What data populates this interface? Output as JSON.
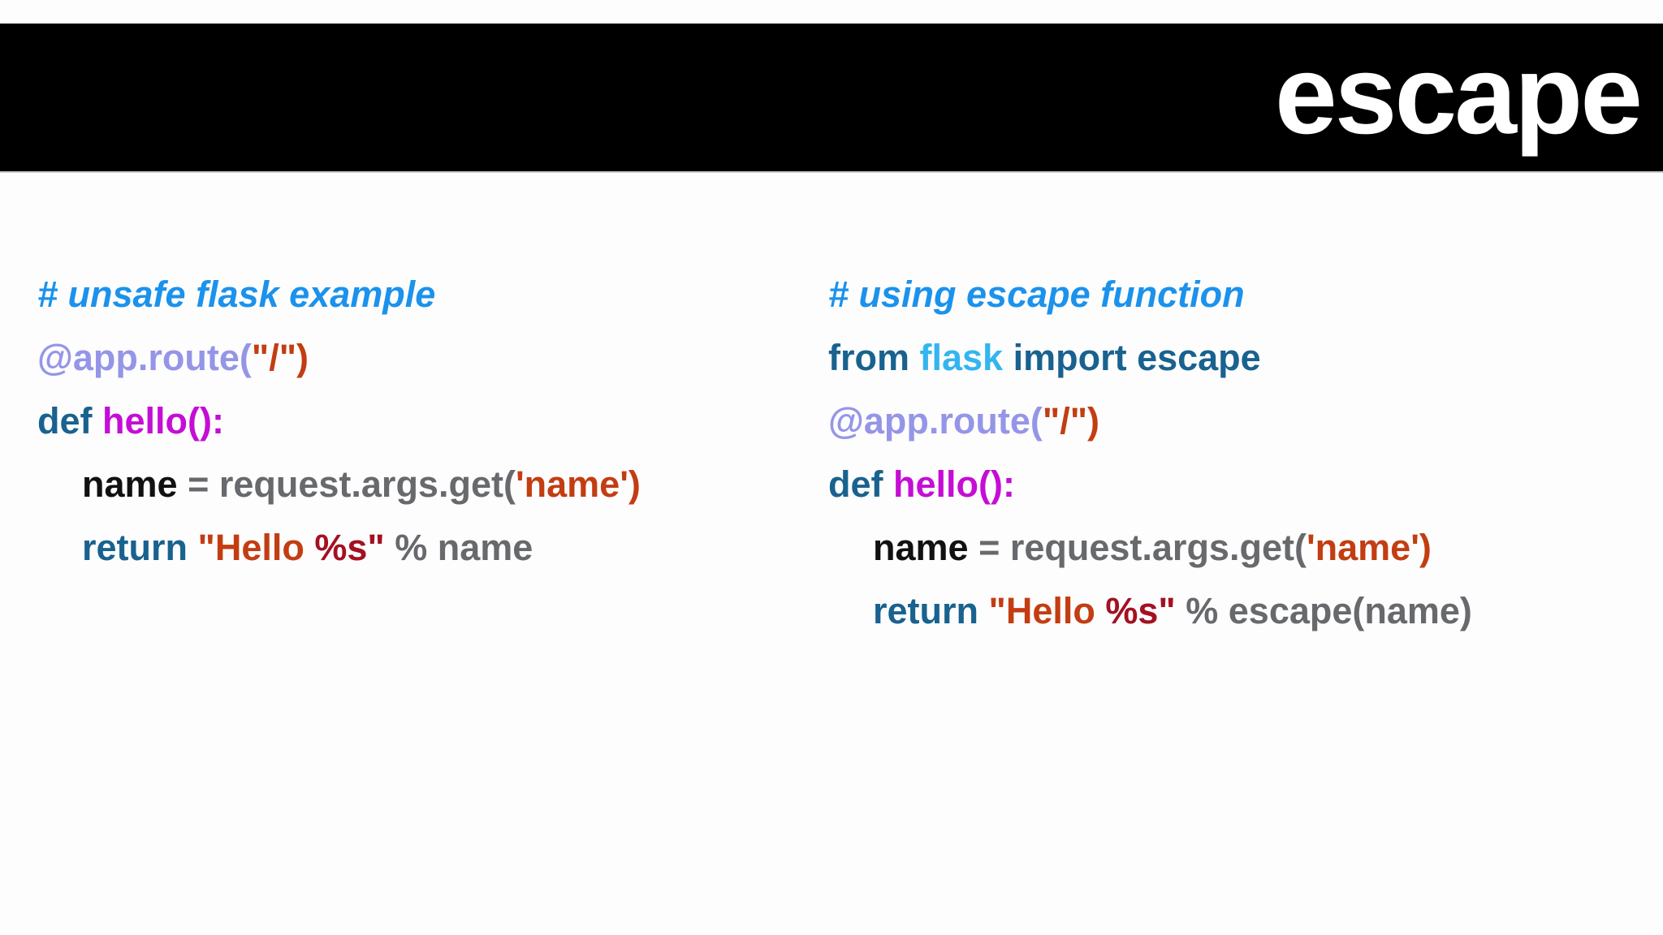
{
  "header": {
    "title": "escape",
    "bar_color": "#000000",
    "title_color": "#ffffff"
  },
  "colors": {
    "comment": "#1b92ec",
    "keyword": "#19628f",
    "module": "#33b5f0",
    "decorator": "#9595e8",
    "string": "#c33d12",
    "format": "#a31122",
    "funcname": "#c50dd6",
    "var": "#111111",
    "plain": "#67696d"
  },
  "code_blocks": [
    {
      "id": "unsafe-flask-example",
      "lines": [
        {
          "indent": false,
          "tokens": [
            {
              "t": "# unsafe flask example",
              "c": "comment"
            }
          ]
        },
        {
          "indent": false,
          "tokens": [
            {
              "t": "@app.route(",
              "c": "decorator"
            },
            {
              "t": "\"/\")",
              "c": "string"
            }
          ]
        },
        {
          "indent": false,
          "tokens": [
            {
              "t": "def ",
              "c": "keyword"
            },
            {
              "t": "hello():",
              "c": "funcname"
            }
          ]
        },
        {
          "indent": true,
          "tokens": [
            {
              "t": "name",
              "c": "var"
            },
            {
              "t": " = request.args.get(",
              "c": "plain"
            },
            {
              "t": "'name')",
              "c": "string"
            }
          ]
        },
        {
          "indent": true,
          "tokens": [
            {
              "t": "return ",
              "c": "keyword"
            },
            {
              "t": "\"Hello ",
              "c": "string"
            },
            {
              "t": "%s\"",
              "c": "format"
            },
            {
              "t": " % name",
              "c": "plain"
            }
          ]
        }
      ]
    },
    {
      "id": "using-escape-function",
      "lines": [
        {
          "indent": false,
          "tokens": [
            {
              "t": "# using escape function",
              "c": "comment"
            }
          ]
        },
        {
          "indent": false,
          "tokens": [
            {
              "t": "from ",
              "c": "keyword"
            },
            {
              "t": "flask",
              "c": "module"
            },
            {
              "t": " import escape",
              "c": "keyword"
            }
          ]
        },
        {
          "indent": false,
          "tokens": [
            {
              "t": "@app.route(",
              "c": "decorator"
            },
            {
              "t": "\"/\")",
              "c": "string"
            }
          ]
        },
        {
          "indent": false,
          "tokens": [
            {
              "t": "def ",
              "c": "keyword"
            },
            {
              "t": "hello():",
              "c": "funcname"
            }
          ]
        },
        {
          "indent": true,
          "tokens": [
            {
              "t": "name",
              "c": "var"
            },
            {
              "t": " = request.args.get(",
              "c": "plain"
            },
            {
              "t": "'name')",
              "c": "string"
            }
          ]
        },
        {
          "indent": true,
          "tokens": [
            {
              "t": "return ",
              "c": "keyword"
            },
            {
              "t": "\"Hello ",
              "c": "string"
            },
            {
              "t": "%s\"",
              "c": "format"
            },
            {
              "t": " % escape(name)",
              "c": "plain"
            }
          ]
        }
      ]
    }
  ]
}
